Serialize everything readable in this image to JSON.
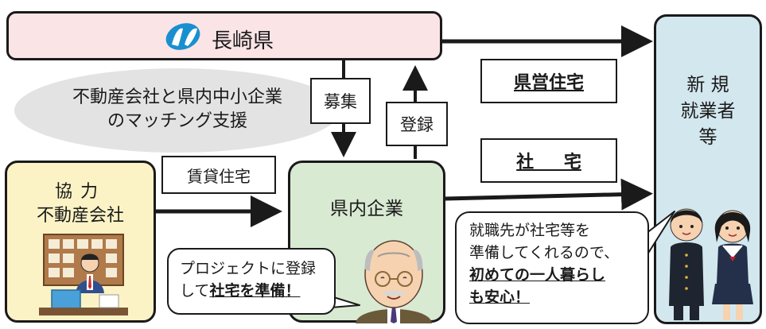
{
  "prefecture": {
    "name": "長崎県"
  },
  "matching": {
    "line1": "不動産会社と県内中小企業",
    "line2": "のマッチング支援"
  },
  "recruit_label": "募集",
  "register_label": "登録",
  "prefectural_housing": "県営住宅",
  "company_housing": "社 宅",
  "rental_housing": "賃貸住宅",
  "cooperating_realestate": {
    "line1": "協力",
    "line2": "不動産会社"
  },
  "local_company": "県内企業",
  "new_workers": {
    "line1": "新 規",
    "line2": "就業者",
    "line3": "等"
  },
  "bubble_company": {
    "line1": "プロジェクトに登録",
    "line2_prefix": "して",
    "line2_strong": "社宅を準備！"
  },
  "bubble_worker": {
    "line1": "就職先が社宅等を",
    "line2": "準備してくれるので、",
    "line3_strong": "初めての一人暮らし",
    "line4_strong": "も安心！"
  },
  "colors": {
    "prefecture": "#fbe4e6",
    "realestate": "#fbf3c5",
    "company": "#d9ead3",
    "workers": "#d3e7ef",
    "logo": "#1a8fd0"
  }
}
